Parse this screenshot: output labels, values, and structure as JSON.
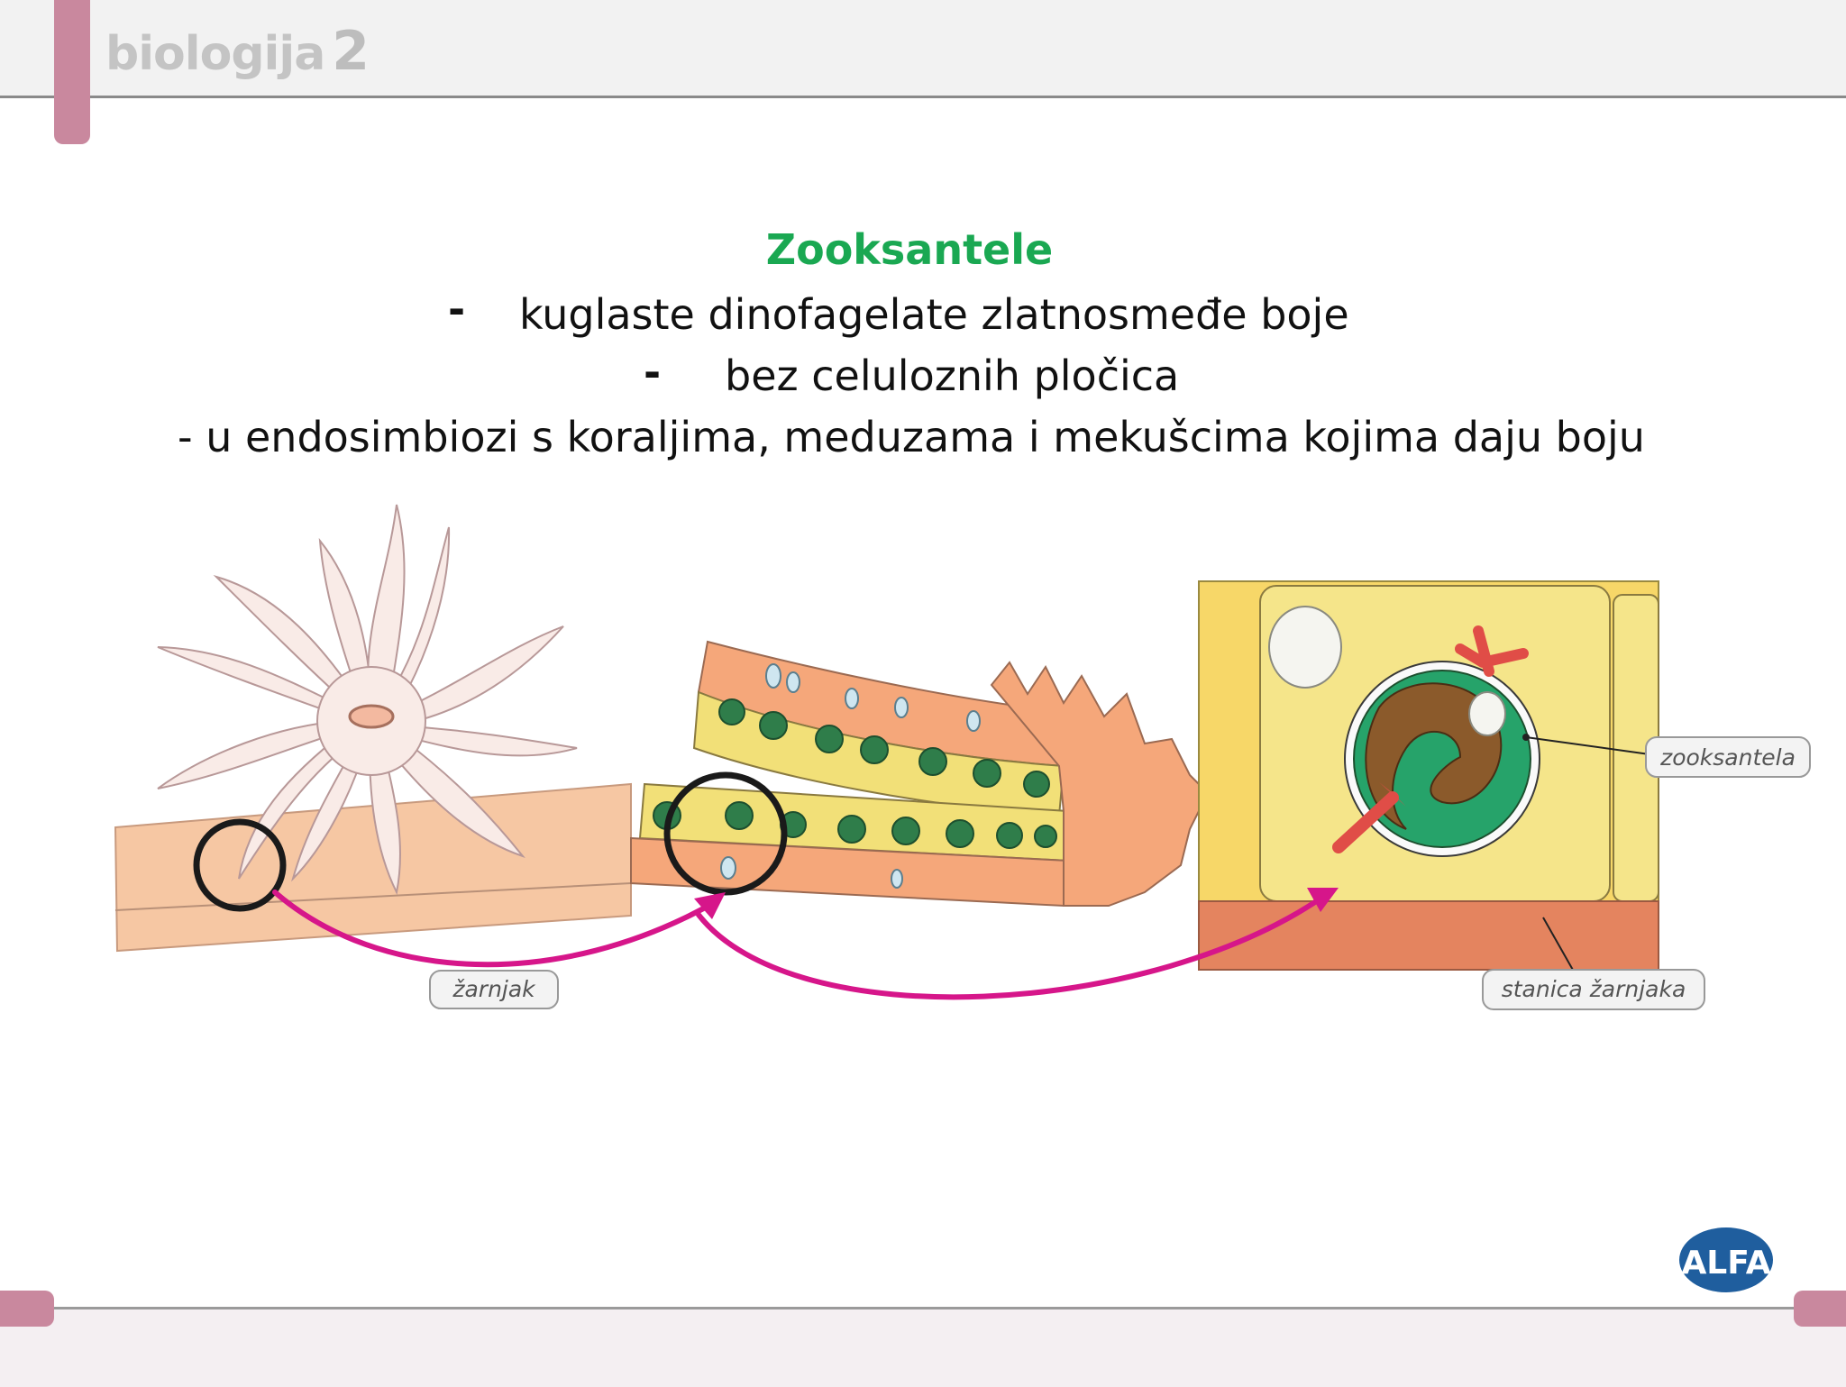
{
  "header": {
    "brand": "biologija",
    "brand_num": "2"
  },
  "content": {
    "title": "Zooksantele",
    "bullets": [
      "kuglaste dinofagelate  zlatnosmeđe  boje",
      "bez celuloznih pločica",
      "- u endosimbiozi s koraljima, meduzama i mekušcima kojima daju boju"
    ],
    "dash": "-"
  },
  "figure": {
    "labels": {
      "zarnjak": "žarnjak",
      "zooksantela": "zooksantela",
      "stanica": "stanica žarnjaka"
    }
  },
  "footer": {
    "logo": "ALFA"
  },
  "colors": {
    "accent": "#c9889e",
    "title": "#1aa852",
    "arrow": "#d6168a",
    "logo": "#1f5e9e"
  }
}
